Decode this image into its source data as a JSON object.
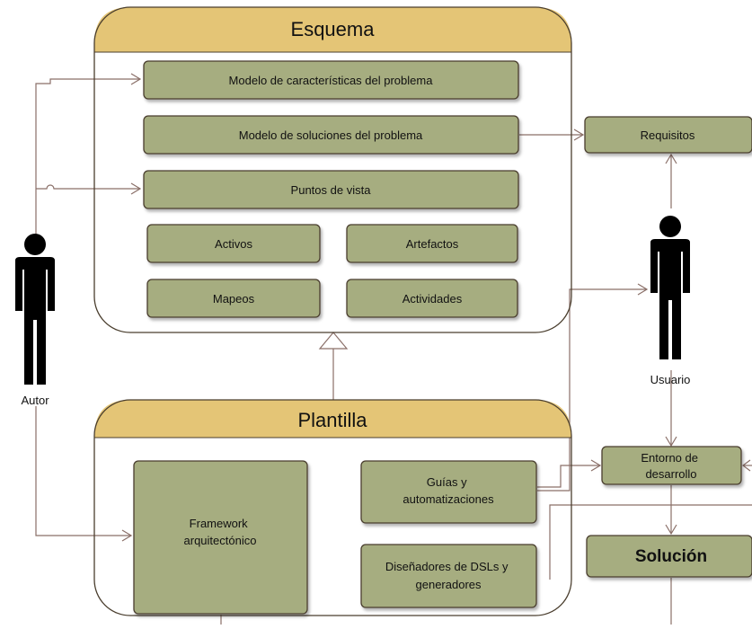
{
  "colors": {
    "header_fill": "#e4c576",
    "box_fill": "#a6ad80",
    "box_stroke": "#4a3e2e",
    "line": "#8a6f68"
  },
  "schema": {
    "title": "Esquema",
    "items": {
      "feature_model": "Modelo de características del problema",
      "solution_model": "Modelo de soluciones del problema",
      "viewpoints": "Puntos de vista",
      "assets": "Activos",
      "artifacts": "Artefactos",
      "mappings": "Mapeos",
      "activities": "Actividades"
    }
  },
  "template": {
    "title": "Plantilla",
    "framework": [
      "Framework",
      "arquitectónico"
    ],
    "guides": [
      "Guías y",
      "automatizaciones"
    ],
    "designers": [
      "Diseñadores de DSLs y",
      "generadores"
    ]
  },
  "requirements": "Requisitos",
  "dev_env": [
    "Entorno de",
    "desarrollo"
  ],
  "solution": "Solución",
  "actors": {
    "author": "Autor",
    "user": "Usuario"
  }
}
